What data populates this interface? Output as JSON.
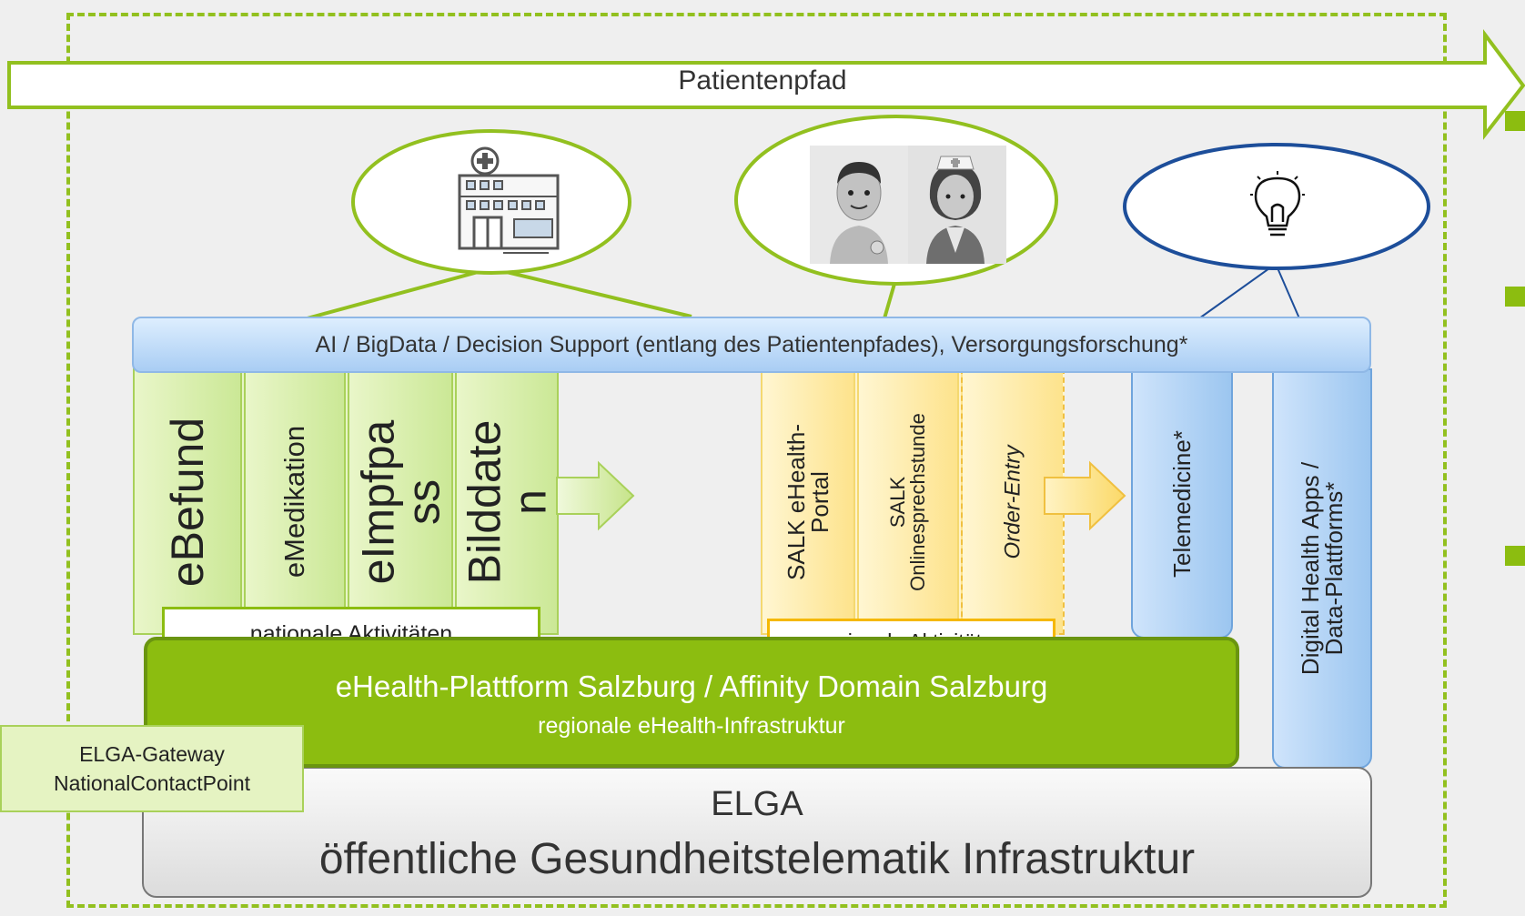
{
  "diagram": {
    "patient_path_label": "Patientenpfad",
    "ai_bar_label": "AI / BigData / Decision Support (entlang des Patientenpfades), Versorgungsforschung*",
    "national_columns": [
      {
        "label": "eBefund"
      },
      {
        "label": "eMedikation"
      },
      {
        "label": "eImpfpa\nss"
      },
      {
        "label": "Bilddate\nn"
      }
    ],
    "regional_columns": [
      {
        "label": "SALK eHealth-\nPortal"
      },
      {
        "label": "SALK\nOnlinesprechstunde"
      },
      {
        "label": "Order-Entry"
      }
    ],
    "blue_columns": [
      {
        "label": "Telemedicine*"
      },
      {
        "label": "Digital Health Apps /\nData-Plattforms*"
      }
    ],
    "national_label": "nationale Aktivitäten",
    "regional_label": "regionale Aktivitäten",
    "platform_title": "eHealth-Plattform Salzburg / Affinity Domain Salzburg",
    "platform_subtitle": "regionale eHealth-Infrastruktur",
    "gateway_line1": "ELGA-Gateway",
    "gateway_line2": "NationalContactPoint",
    "elga_title": "ELGA",
    "elga_subtitle": "öffentliche Gesundheitstelematik Infrastruktur",
    "icons": [
      "hospital-building-icon",
      "doctor-nurse-icon",
      "lightbulb-icon"
    ],
    "colors": {
      "accent_green": "#8cbd10",
      "light_green": "#e7f5c6",
      "yellow": "#fde38c",
      "blue_outline": "#1d4e9a",
      "light_blue": "#a9cdf4",
      "grey": "#dcdcdc"
    }
  }
}
